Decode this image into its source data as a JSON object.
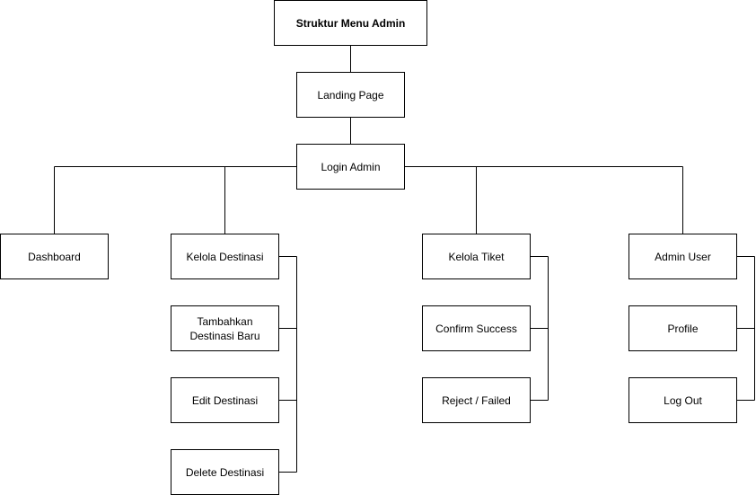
{
  "diagram": {
    "root": "Struktur Menu Admin",
    "landing": "Landing Page",
    "login": "Login Admin",
    "dashboard": "Dashboard",
    "kelola_destinasi": {
      "label": "Kelola Destinasi",
      "children": [
        "Tambahkan\nDestinasi Baru",
        "Edit Destinasi",
        "Delete Destinasi"
      ]
    },
    "kelola_tiket": {
      "label": "Kelola Tiket",
      "children": [
        "Confirm Success",
        "Reject / Failed"
      ]
    },
    "admin_user": {
      "label": "Admin User",
      "children": [
        "Profile",
        "Log Out"
      ]
    }
  },
  "colors": {
    "line": "#000000",
    "box_border": "#000000",
    "box_fill": "#ffffff"
  }
}
